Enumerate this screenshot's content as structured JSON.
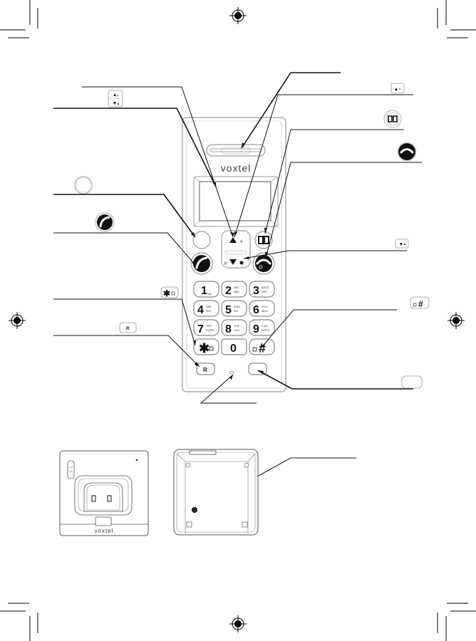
{
  "page": {
    "title": "Handset and base overview diagram",
    "brand": "voxtel"
  },
  "handset": {
    "brand_logo": "voxtel",
    "keys": [
      {
        "id": "up",
        "main": "▲",
        "sub": "#"
      },
      {
        "id": "down",
        "main": "▼",
        "sub": "P ●"
      },
      {
        "id": "left-soft",
        "main": "",
        "sub": ""
      },
      {
        "id": "phonebook",
        "main": "📖",
        "sub": ""
      },
      {
        "id": "talk",
        "main": "",
        "sub": ""
      },
      {
        "id": "end",
        "main": "",
        "sub": ""
      },
      {
        "id": "1",
        "main": "1",
        "sub": "␣"
      },
      {
        "id": "2",
        "main": "2",
        "sub": "ABГ ABC"
      },
      {
        "id": "3",
        "main": "3",
        "sub": "ΔΕΖ3 DEF"
      },
      {
        "id": "4",
        "main": "4",
        "sub": "HΘΙ GHI"
      },
      {
        "id": "5",
        "main": "5",
        "sub": "ΚΛΜ JKL"
      },
      {
        "id": "6",
        "main": "6",
        "sub": "ΝΞΟ MNO"
      },
      {
        "id": "7",
        "main": "7",
        "sub": "ΠΡΣ PQRS"
      },
      {
        "id": "8",
        "main": "8",
        "sub": "ΤΥΦ TUV"
      },
      {
        "id": "9",
        "main": "9",
        "sub": "ΧΨΩ WXYZ"
      },
      {
        "id": "star",
        "main": "✱",
        "sub": "🔒"
      },
      {
        "id": "0",
        "main": "0",
        "sub": ""
      },
      {
        "id": "hash",
        "main": "#",
        "sub": "⊠"
      },
      {
        "id": "recall",
        "main": "R",
        "sub": ""
      },
      {
        "id": "intercom",
        "main": "",
        "sub": ""
      }
    ]
  },
  "callout_icons": {
    "up_down_key": {
      "up": "▲#",
      "down": "P▼●"
    },
    "star_key": "✱",
    "recall_key": "R",
    "hash_key": "#"
  },
  "base": {
    "brand_logo": "voxtel"
  }
}
